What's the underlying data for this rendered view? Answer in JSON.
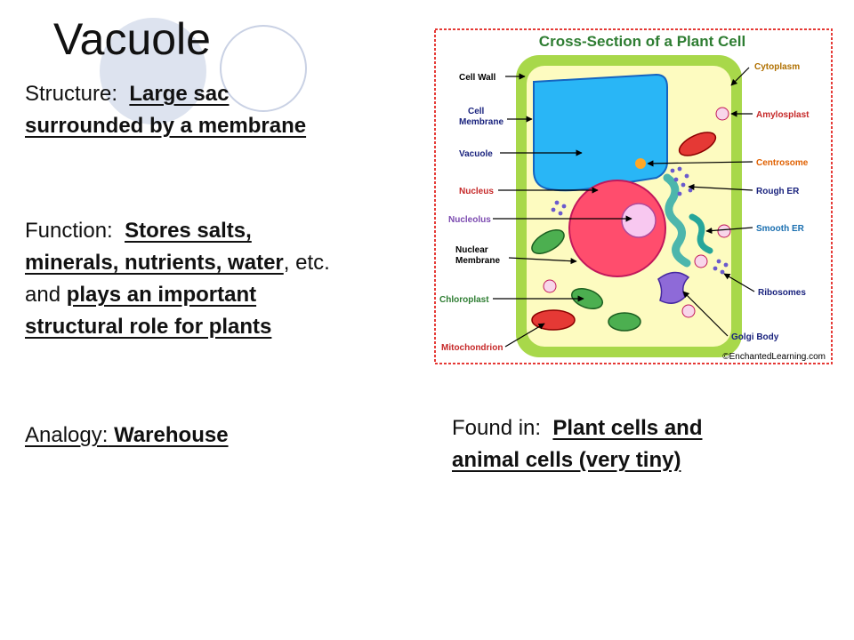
{
  "slide": {
    "title": "Vacuole",
    "structure": {
      "label": "Structure:",
      "line1": "Large sac",
      "line2": "surrounded by a membrane"
    },
    "function": {
      "label": "Function:",
      "part1": "Stores salts,",
      "part2": "minerals, nutrients, water",
      "part3": ", etc.",
      "part4": "and",
      "part5": "plays an important",
      "part6": "structural role for plants"
    },
    "analogy": {
      "label": "Analogy:",
      "value": " Warehouse"
    },
    "found_in": {
      "label": "Found in:",
      "line1": "Plant cells and",
      "line2": "animal cells (very tiny)"
    }
  },
  "figure": {
    "title": "Cross-Section of a Plant Cell",
    "credit": "©EnchantedLearning.com",
    "labels_left": [
      {
        "text": "Cell Wall",
        "color": "#000000"
      },
      {
        "text": "Cell",
        "color": "#1a237e"
      },
      {
        "text": "Membrane",
        "color": "#1a237e"
      },
      {
        "text": "Vacuole",
        "color": "#1a237e"
      },
      {
        "text": "Nucleus",
        "color": "#c62828"
      },
      {
        "text": "Nucleolus",
        "color": "#7b4ab0"
      },
      {
        "text": "Nuclear",
        "color": "#000000"
      },
      {
        "text": "Membrane",
        "color": "#000000"
      },
      {
        "text": "Chloroplast",
        "color": "#2e7d32"
      },
      {
        "text": "Mitochondrion",
        "color": "#c62828"
      }
    ],
    "labels_right": [
      {
        "text": "Cytoplasm",
        "color": "#b07000"
      },
      {
        "text": "Amylosplast",
        "color": "#c62828"
      },
      {
        "text": "Centrosome",
        "color": "#e06000"
      },
      {
        "text": "Rough ER",
        "color": "#1a237e"
      },
      {
        "text": "Smooth ER",
        "color": "#1a6fb0"
      },
      {
        "text": "Ribosomes",
        "color": "#1a237e"
      },
      {
        "text": "Golgi Body",
        "color": "#1a237e"
      }
    ],
    "colors": {
      "border": "#e53935",
      "cell_wall": "#a8d84a",
      "cytoplasm": "#fdfbc0",
      "vacuole": "#29b6f6",
      "nucleus": "#ff4d6d",
      "nucleolus": "#f8c8f0",
      "chloroplast": "#4caf50",
      "mitochondrion": "#e53935",
      "golgi": "#8e6ad8",
      "er": "#4db6ac",
      "ribosome": "#6a5acd"
    }
  }
}
